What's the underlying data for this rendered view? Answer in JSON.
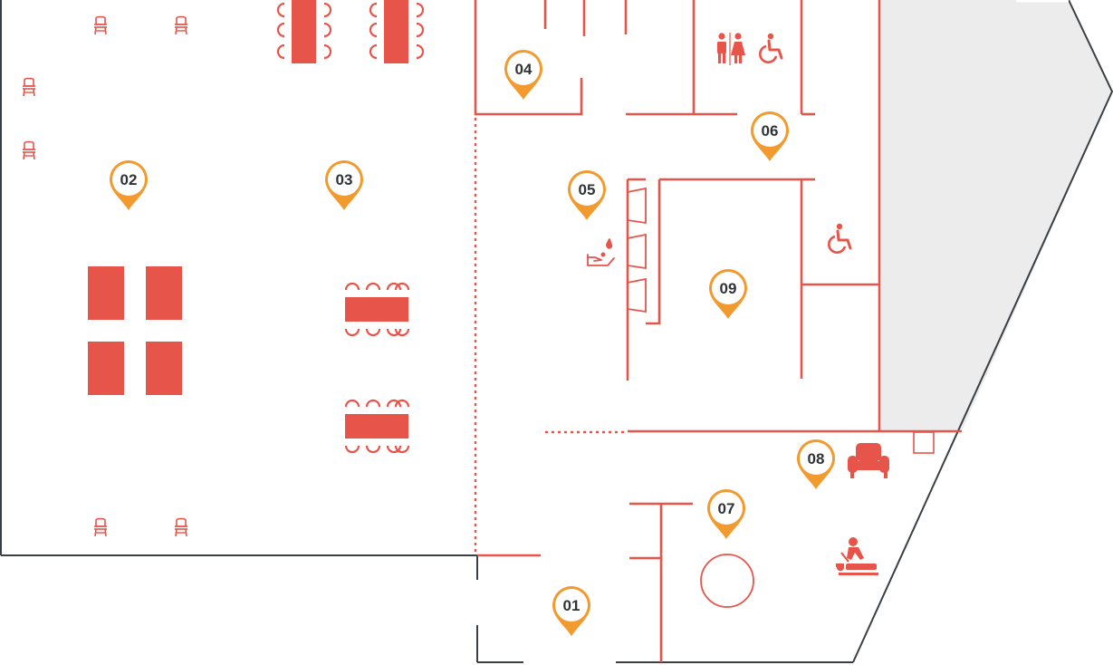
{
  "colors": {
    "wall": "#E6544A",
    "outline": "#3a3f44",
    "shade": "#ececec",
    "marker": "#F29A2E",
    "marker_fill": "#ffffff",
    "label": "#2f3336"
  },
  "markers": [
    {
      "id": "01",
      "label": "01"
    },
    {
      "id": "02",
      "label": "02"
    },
    {
      "id": "03",
      "label": "03"
    },
    {
      "id": "04",
      "label": "04"
    },
    {
      "id": "05",
      "label": "05"
    },
    {
      "id": "06",
      "label": "06"
    },
    {
      "id": "07",
      "label": "07"
    },
    {
      "id": "08",
      "label": "08"
    },
    {
      "id": "09",
      "label": "09"
    }
  ],
  "icons": [
    "restroom-icon",
    "wheelchair-icon",
    "handwash-icon",
    "armchair-icon",
    "massage-icon",
    "chair-icon",
    "table-icon"
  ]
}
